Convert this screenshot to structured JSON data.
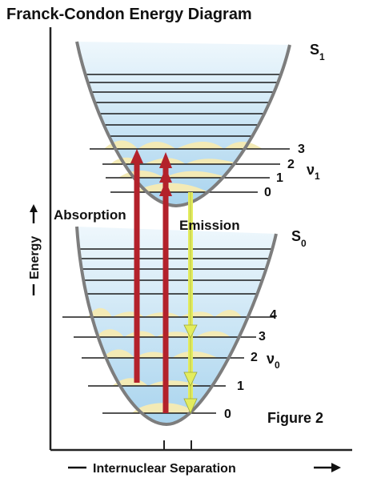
{
  "title": "Franck-Condon Energy Diagram",
  "upper_state": {
    "label": "S",
    "subscript": "1",
    "quantum_label": "ν",
    "quantum_subscript": "1",
    "levels": [
      "0",
      "1",
      "2",
      "3"
    ]
  },
  "lower_state": {
    "label": "S",
    "subscript": "0",
    "quantum_label": "ν",
    "quantum_subscript": "0",
    "levels": [
      "0",
      "1",
      "2",
      "3",
      "4"
    ]
  },
  "transitions": {
    "absorption": "Absorption",
    "emission": "Emission"
  },
  "axes": {
    "y": "Energy",
    "x": "Internuclear Separation"
  },
  "figure_label": "Figure 2",
  "colors": {
    "well_fill": "#bfe0f3",
    "curve": "#7d7d7d",
    "absorption_arrow": "#b3212b",
    "emission_arrow": "#e3ec5e",
    "wavefunction": "#f3eab5",
    "level_line": "#1a1a1a"
  }
}
